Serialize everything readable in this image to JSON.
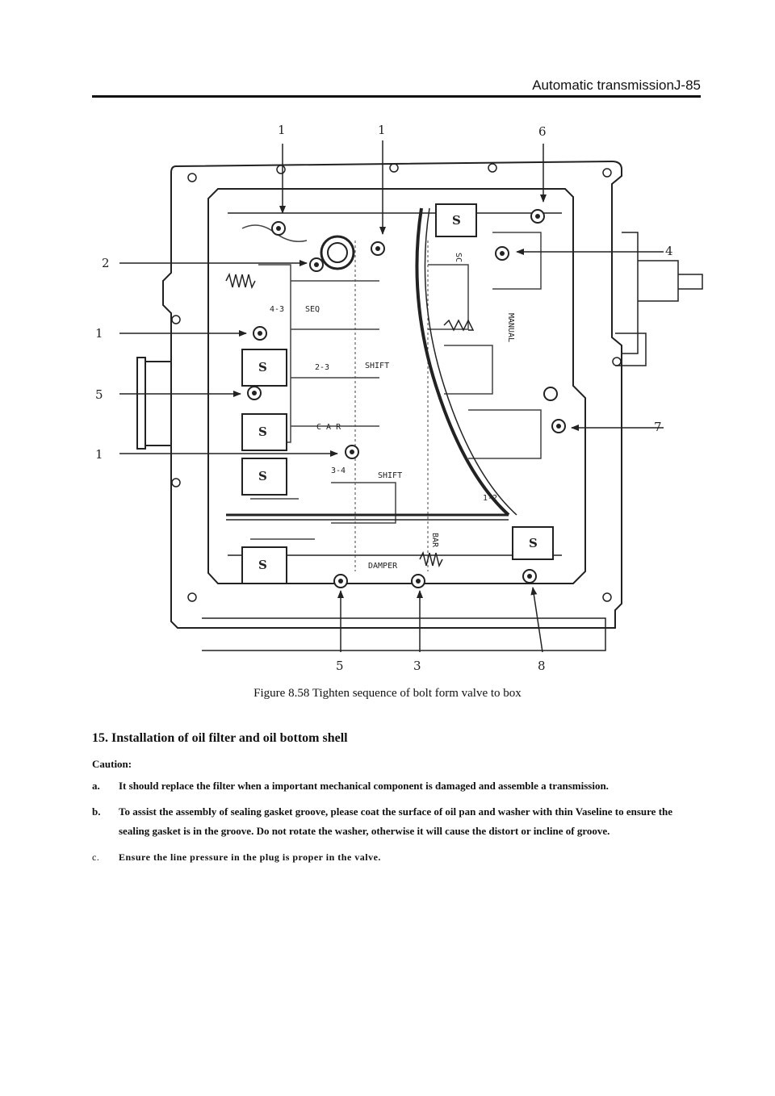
{
  "header": {
    "title": "Automatic transmissionJ-85"
  },
  "figure": {
    "callouts": {
      "top_left_1": "1",
      "top_mid_1": "1",
      "top_right_6": "6",
      "left_2": "2",
      "left_1a": "1",
      "left_5": "5",
      "left_1b": "1",
      "right_4": "4",
      "right_7": "7",
      "bottom_5": "5",
      "bottom_3": "3",
      "bottom_8": "8"
    },
    "labels": {
      "seq": "SEQ",
      "shift_a": "SHIFT",
      "shift_b": "SHIFT",
      "car": "C A R",
      "damper": "DAMPER",
      "s1": "S",
      "s2": "S",
      "s3": "S",
      "s4": "S",
      "s5": "S",
      "s6": "S",
      "v43": "4-3",
      "v23": "2-3",
      "v34": "3-4",
      "v12": "1-2",
      "manual": "MANUAL",
      "bar": "BAR",
      "sc": "SC"
    },
    "caption": "Figure 8.58  Tighten sequence of bolt form valve to box"
  },
  "section": {
    "title": "15. Installation of oil filter and oil bottom shell",
    "caution_label": "Caution:",
    "items": [
      {
        "marker": "a.",
        "text": "It should replace the filter when a important mechanical component is damaged and assemble a transmission."
      },
      {
        "marker": "b.",
        "text": "To assist the assembly of sealing gasket groove, please coat the surface of oil pan and washer with thin Vaseline to ensure the sealing gasket is in the groove. Do not rotate the washer, otherwise it will cause the distort or incline of groove."
      },
      {
        "marker": "c.",
        "text": "Ensure the line pressure in the plug is proper in the valve."
      }
    ]
  }
}
